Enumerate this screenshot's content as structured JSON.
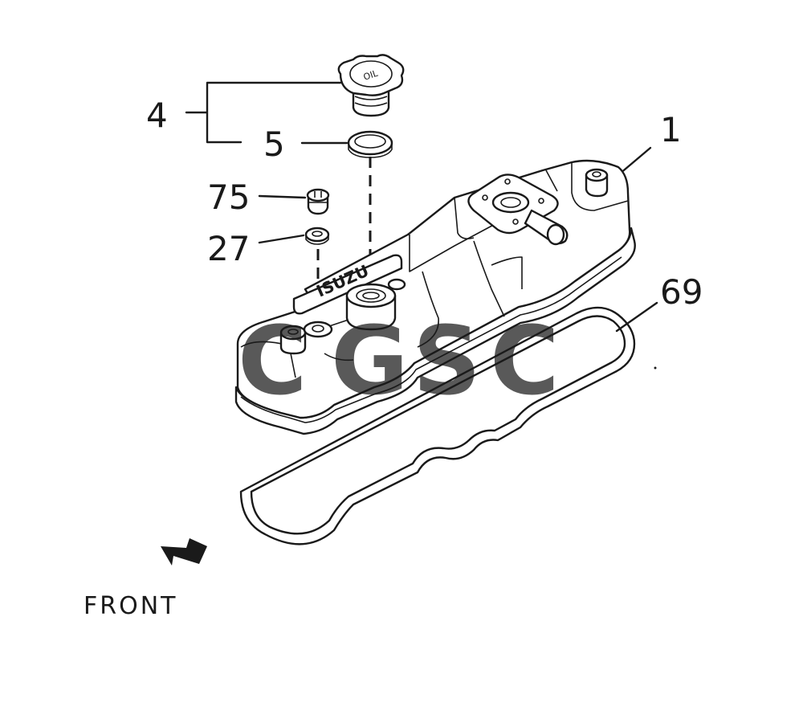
{
  "diagram": {
    "callouts": {
      "cap_assembly": "4",
      "cap_gasket": "5",
      "cover": "1",
      "bolt": "75",
      "washer": "27",
      "cover_gasket": "69"
    },
    "cap_marking": "OIL",
    "brand_marking": "ISUZU",
    "direction_label": "FRONT"
  },
  "watermark": {
    "letters": [
      "C",
      "G",
      "S",
      "C"
    ],
    "colors": [
      "#4a8df0",
      "#ee6b6b",
      "#f2c232",
      "#46b07c"
    ]
  }
}
